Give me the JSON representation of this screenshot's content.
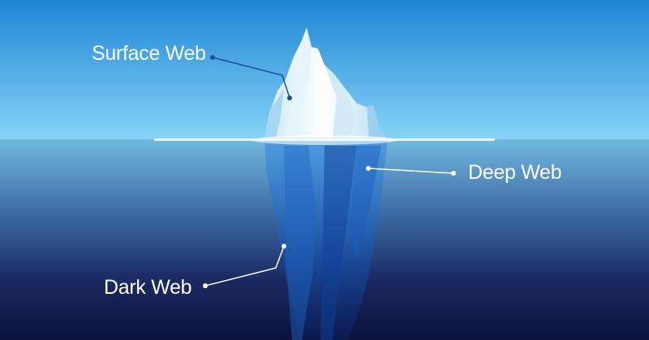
{
  "labels": {
    "surface": "Surface Web",
    "deep": "Deep Web",
    "dark": "Dark Web"
  },
  "colors": {
    "sky_top": "#1f86d6",
    "sky_horizon": "#7fd0f5",
    "water_top": "#6fb6dc",
    "water_bottom": "#0b1440",
    "connector_surface": "#1a4f9c",
    "connector_under": "#ffffff"
  }
}
